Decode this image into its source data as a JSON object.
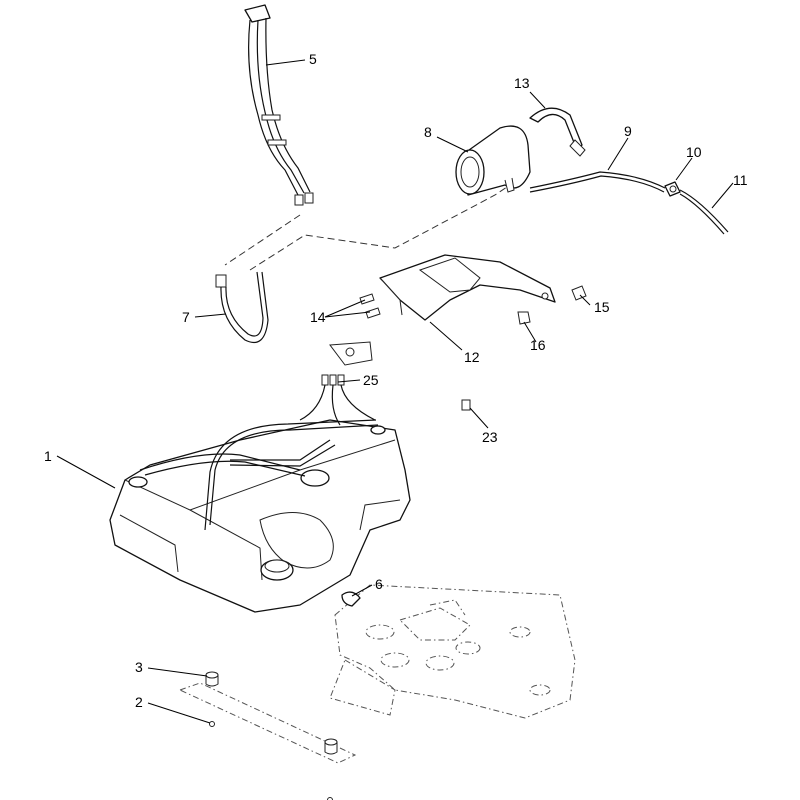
{
  "callouts": [
    {
      "id": "1",
      "label": "1"
    },
    {
      "id": "2",
      "label": "2"
    },
    {
      "id": "3",
      "label": "3"
    },
    {
      "id": "5",
      "label": "5"
    },
    {
      "id": "6",
      "label": "6"
    },
    {
      "id": "7",
      "label": "7"
    },
    {
      "id": "8",
      "label": "8"
    },
    {
      "id": "9",
      "label": "9"
    },
    {
      "id": "10",
      "label": "10"
    },
    {
      "id": "11",
      "label": "11"
    },
    {
      "id": "12",
      "label": "12"
    },
    {
      "id": "13",
      "label": "13"
    },
    {
      "id": "14",
      "label": "14"
    },
    {
      "id": "15",
      "label": "15"
    },
    {
      "id": "16",
      "label": "16"
    },
    {
      "id": "23",
      "label": "23"
    },
    {
      "id": "25",
      "label": "25"
    }
  ],
  "colors": {
    "line": "#111111",
    "background": "#ffffff"
  }
}
